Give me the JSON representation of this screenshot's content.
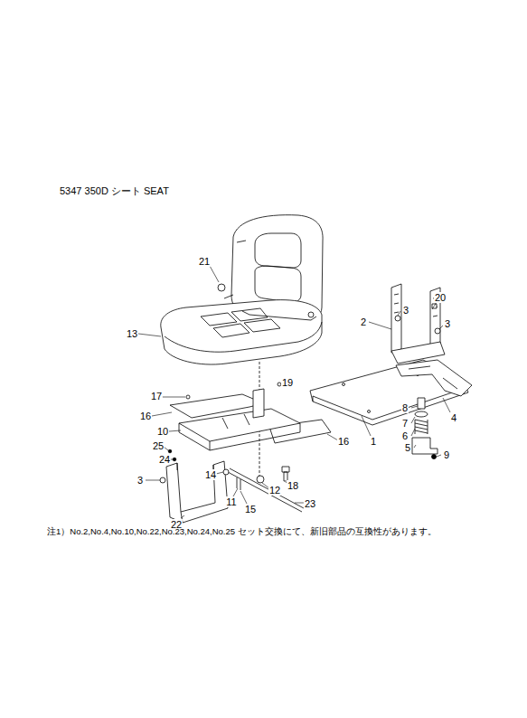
{
  "diagram": {
    "title": "5347 350D シート SEAT",
    "caption": "注1）No.2,No.4,No.10,No.22,No.23,No.24,No.25 セット交換にて、新旧部品の互換性があります。",
    "labels": [
      "21",
      "20",
      "3",
      "2",
      "3",
      "13",
      "19",
      "17",
      "16",
      "10",
      "16",
      "1",
      "4",
      "8",
      "7",
      "6",
      "5",
      "9",
      "25",
      "24",
      "3",
      "14",
      "12",
      "18",
      "11",
      "15",
      "23",
      "22"
    ]
  }
}
